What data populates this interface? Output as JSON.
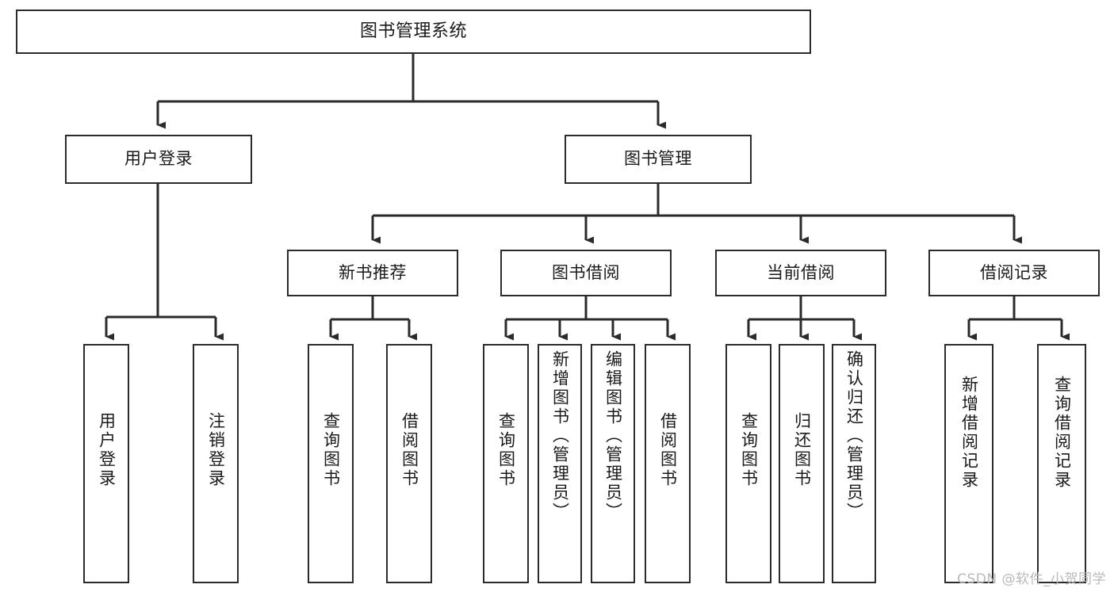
{
  "diagram": {
    "type": "tree-hierarchy-chart",
    "title": "图书管理系统",
    "colors": {
      "box_stroke": "#2b2b2b",
      "box_fill": "#ffffff",
      "edge": "#2b2b2b",
      "text": "#1a1a1a",
      "watermark": "#b9b9b9"
    },
    "root": {
      "id": "root",
      "label": "图书管理系统"
    },
    "level2": [
      {
        "id": "user-login",
        "label": "用户登录"
      },
      {
        "id": "book-manage",
        "label": "图书管理"
      }
    ],
    "level3": [
      {
        "id": "new-book-recommend",
        "label": "新书推荐",
        "parent": "book-manage"
      },
      {
        "id": "book-borrow",
        "label": "图书借阅",
        "parent": "book-manage"
      },
      {
        "id": "current-borrow",
        "label": "当前借阅",
        "parent": "book-manage"
      },
      {
        "id": "borrow-record",
        "label": "借阅记录",
        "parent": "book-manage"
      }
    ],
    "leaves": [
      {
        "id": "leaf-user-login",
        "label": "用户登录",
        "parent": "user-login"
      },
      {
        "id": "leaf-logout",
        "label": "注销登录",
        "parent": "user-login"
      },
      {
        "id": "leaf-query-book-1",
        "label": "查询图书",
        "parent": "new-book-recommend"
      },
      {
        "id": "leaf-borrow-book-1",
        "label": "借阅图书",
        "parent": "new-book-recommend"
      },
      {
        "id": "leaf-query-book-2",
        "label": "查询图书",
        "parent": "book-borrow"
      },
      {
        "id": "leaf-add-book",
        "label": "新增图书（管理员）",
        "parent": "book-borrow"
      },
      {
        "id": "leaf-edit-book",
        "label": "编辑图书（管理员）",
        "parent": "book-borrow"
      },
      {
        "id": "leaf-borrow-book-2",
        "label": "借阅图书",
        "parent": "book-borrow"
      },
      {
        "id": "leaf-query-book-3",
        "label": "查询图书",
        "parent": "current-borrow"
      },
      {
        "id": "leaf-return-book",
        "label": "归还图书",
        "parent": "current-borrow"
      },
      {
        "id": "leaf-confirm-return",
        "label": "确认归还（管理员）",
        "parent": "current-borrow"
      },
      {
        "id": "leaf-add-record",
        "label": "新增借阅记录",
        "parent": "borrow-record"
      },
      {
        "id": "leaf-query-record",
        "label": "查询借阅记录",
        "parent": "borrow-record"
      }
    ],
    "watermark": "CSDN @软件_小贺同学"
  }
}
